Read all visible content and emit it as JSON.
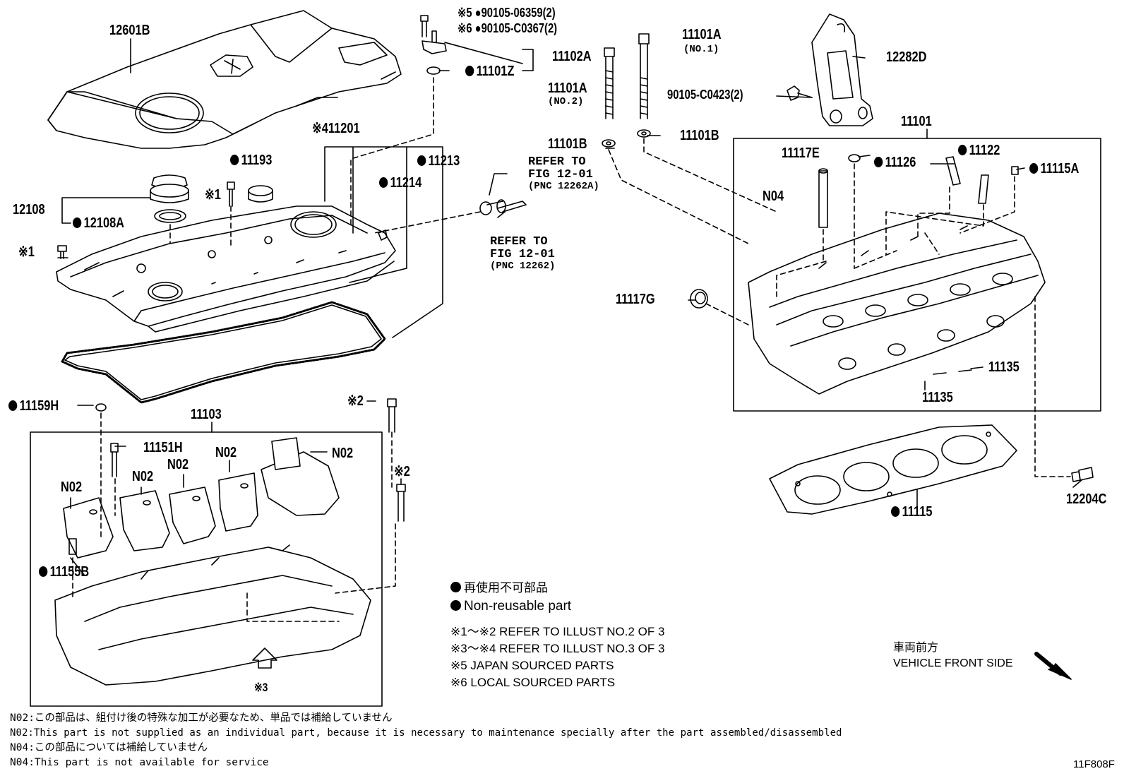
{
  "labels": {
    "p12601B": "12601B",
    "p11201": "※411201",
    "p11193": "11193",
    "p11213": "11213",
    "p11214": "11214",
    "p12108": "12108",
    "p12108A": "12108A",
    "ref1a": "※1",
    "ref1b": "※1",
    "p90105_06359": "※5 ●90105-06359(2)",
    "p90105_C0367": "※6 ●90105-C0367(2)",
    "p11102A": "11102A",
    "p11101Z": "11101Z",
    "p11101A_no2": "11101A",
    "no2": "(NO.2)",
    "p11101A_no1": "11101A",
    "no1": "(NO.1)",
    "p11101B_a": "11101B",
    "p11101B_b": "11101B",
    "p12282D": "12282D",
    "p90105_C0423": "90105-C0423(2)",
    "refer1_a": "REFER TO",
    "refer1_b": "FIG 12-01",
    "refer1_c": "(PNC 12262A)",
    "refer2_a": "REFER TO",
    "refer2_b": "FIG 12-01",
    "refer2_c": "(PNC 12262)",
    "p11101": "11101",
    "p11117E": "11117E",
    "p11126": "11126",
    "p11122": "11122",
    "p11115A": "11115A",
    "n04": "N04",
    "p11117G": "11117G",
    "p11135a": "11135",
    "p11135b": "11135",
    "p11115": "11115",
    "p12204C": "12204C",
    "p11159H": "11159H",
    "p11103": "11103",
    "ref2a": "※2",
    "ref2b": "※2",
    "p11151H": "11151H",
    "n02_a": "N02",
    "n02_b": "N02",
    "n02_c": "N02",
    "n02_d": "N02",
    "n02_e": "N02",
    "p11155B": "11155B",
    "ref3": "※3"
  },
  "legend": {
    "nonreusable_jp": "再使用不可部品",
    "nonreusable_en": "Non-reusable part",
    "ref12": "※1～※2 REFER TO ILLUST NO.2 OF 3",
    "ref34": "※3～※4 REFER TO ILLUST NO.3 OF 3",
    "ref5": "※5 JAPAN SOURCED PARTS",
    "ref6": "※6 LOCAL SOURCED PARTS",
    "front_jp": "車両前方",
    "front_en": "VEHICLE FRONT SIDE"
  },
  "notes": [
    "N02:この部品は、組付け後の特殊な加工が必要なため、単品では補給していません",
    "N02:This part is not supplied as an individual part, because it is necessary to maintenance specially after the part assembled/disassembled",
    "N04:この部品については補給していません",
    "N04:This part is not available for service"
  ],
  "figure_code": "11F808F"
}
